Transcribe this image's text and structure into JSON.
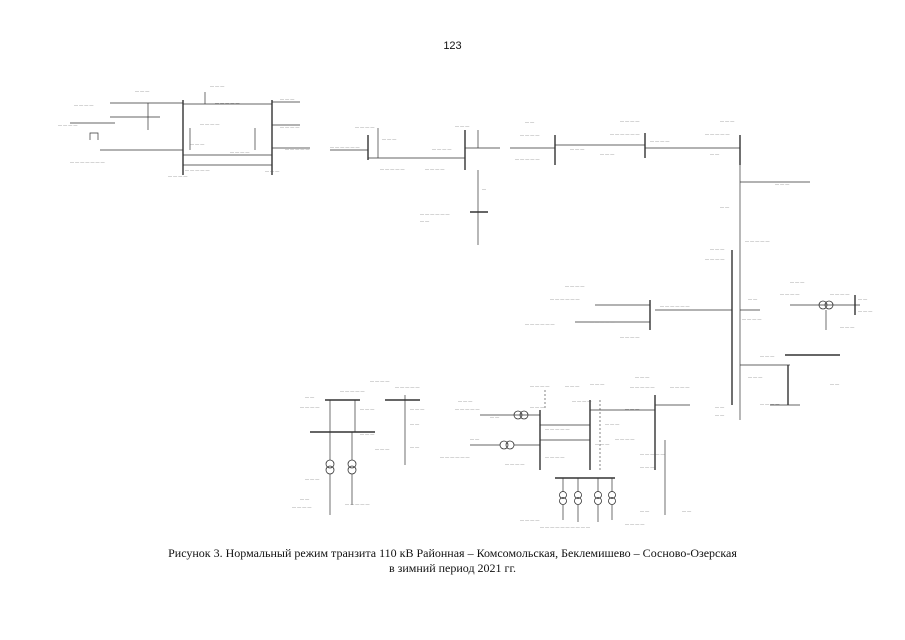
{
  "page": {
    "number": "123"
  },
  "figure": {
    "caption_line1": "Рисунок 3. Нормальный режим транзита 110 кВ Районная – Комсомольская, Беклемишево – Сосново-Озерская",
    "caption_line2": "в зимний период 2021 гг."
  }
}
